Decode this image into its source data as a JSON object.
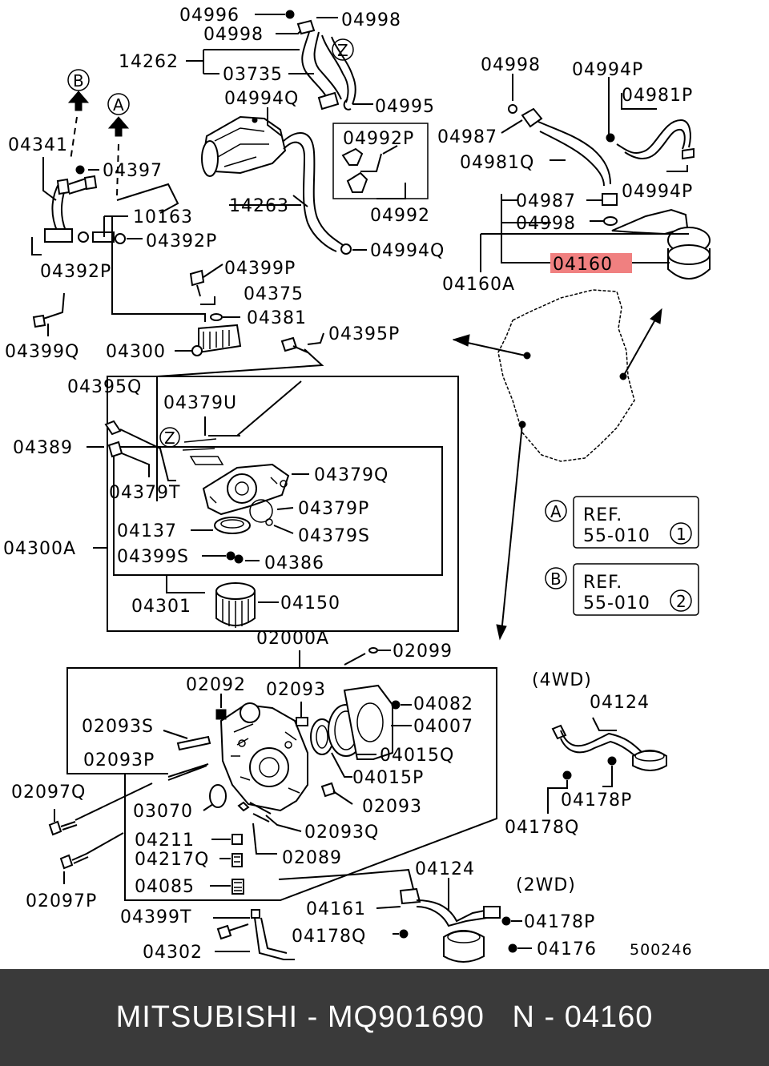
{
  "labels": {
    "p04996": "04996",
    "p04998a": "04998",
    "p04998b": "04998",
    "p14262": "14262",
    "p03735": "03735",
    "p04994q_top": "04994Q",
    "p04995": "04995",
    "p04992p": "04992P",
    "p04992": "04992",
    "p14263": "14263",
    "p04994q_mid": "04994Q",
    "p04998c": "04998",
    "p04994p_top": "04994P",
    "p04981p": "04981P",
    "p04987a": "04987",
    "p04981q": "04981Q",
    "p04987b": "04987",
    "p04994p_mid": "04994P",
    "p04998d": "04998",
    "p04160": "04160",
    "p04160a": "04160A",
    "p04341": "04341",
    "p04397": "04397",
    "p10163": "10163",
    "p04392p_r": "04392P",
    "p04392p_l": "04392P",
    "p04399p": "04399P",
    "p04375": "04375",
    "p04381": "04381",
    "p04399q": "04399Q",
    "p04300": "04300",
    "p04395p": "04395P",
    "p04395q": "04395Q",
    "p04379u": "04379U",
    "p04389": "04389",
    "p04379q": "04379Q",
    "p04379t": "04379T",
    "p04379p": "04379P",
    "p04137": "04137",
    "p04379s": "04379S",
    "p04300a": "04300A",
    "p04399s": "04399S",
    "p04386": "04386",
    "p04301": "04301",
    "p04150": "04150",
    "p02000a": "02000A",
    "p02099": "02099",
    "p02092": "02092",
    "p02093a": "02093",
    "p04082": "04082",
    "p02093s": "02093S",
    "p04007": "04007",
    "p04015q": "04015Q",
    "p02093p": "02093P",
    "p04015p": "04015P",
    "p02097q": "02097Q",
    "p03070": "03070",
    "p02093b": "02093",
    "p02093q": "02093Q",
    "p04211": "04211",
    "p02089": "02089",
    "p04217q": "04217Q",
    "p04085": "04085",
    "p02097p": "02097P",
    "p04399t": "04399T",
    "p04302": "04302",
    "p04161": "04161",
    "p04178q_b": "04178Q",
    "p04124_b": "04124",
    "p04178p_b": "04178P",
    "p04176": "04176",
    "p4wd": "(4WD)",
    "p04124_t": "04124",
    "p04178p_t": "04178P",
    "p04178q_t": "04178Q",
    "p2wd": "(2WD)",
    "diagram_number": "500246"
  },
  "callouts": {
    "A": "A",
    "B": "B",
    "Z": "Z",
    "ref_a_line1": "REF.",
    "ref_a_line2": "55-010",
    "ref_a_num": "1",
    "ref_b_line1": "REF.",
    "ref_b_line2": "55-010",
    "ref_b_num": "2"
  },
  "highlight": {
    "part": "04160",
    "color": "#f08080"
  },
  "footer": {
    "text": "MITSUBISHI - MQ901690   N - 04160",
    "background": "#3a3a3a",
    "color": "#ffffff"
  }
}
